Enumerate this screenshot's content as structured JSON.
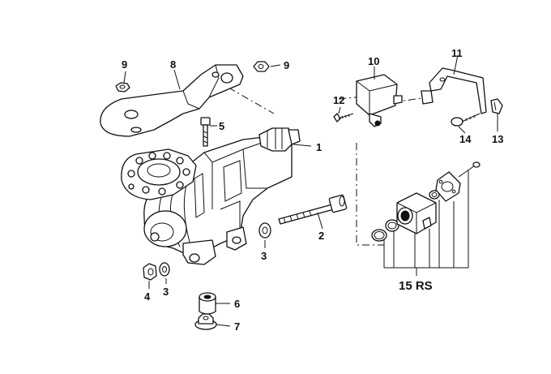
{
  "callouts": {
    "c1": "1",
    "c2": "2",
    "c3a": "3",
    "c3b": "3",
    "c4": "4",
    "c5": "5",
    "c6": "6",
    "c7": "7",
    "c8": "8",
    "c9a": "9",
    "c9b": "9",
    "c10": "10",
    "c11": "11",
    "c12": "12",
    "c13": "13",
    "c14": "14",
    "c15": "15 RS"
  }
}
